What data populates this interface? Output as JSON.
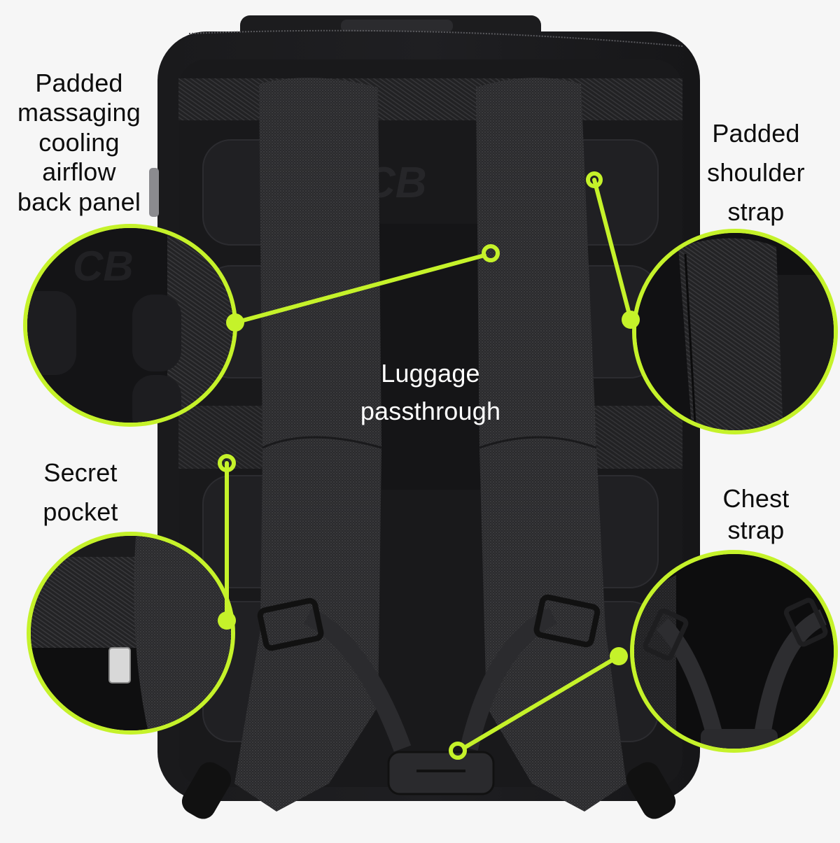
{
  "accent_color": "#c5f22a",
  "background_color": "#f6f6f6",
  "product": {
    "type": "backpack",
    "view": "rear harness side",
    "logo_mark": "CB"
  },
  "callouts": [
    {
      "id": "back-panel",
      "lines": [
        "Padded",
        "massaging",
        "cooling",
        "airflow",
        "back panel"
      ],
      "text_color": "#0d0d0d"
    },
    {
      "id": "shoulder-strap",
      "lines": [
        "Padded",
        "shoulder",
        "strap"
      ],
      "text_color": "#0d0d0d"
    },
    {
      "id": "luggage-passthrough",
      "lines": [
        "Luggage",
        "passthrough"
      ],
      "text_color": "#ffffff"
    },
    {
      "id": "secret-pocket",
      "lines": [
        "Secret",
        "pocket"
      ],
      "text_color": "#0d0d0d"
    },
    {
      "id": "chest-strap",
      "lines": [
        "Chest",
        "strap"
      ],
      "text_color": "#0d0d0d"
    }
  ],
  "detail_circles": [
    {
      "id": "back-panel-zoom",
      "depicts": "molded back panel with CB logo"
    },
    {
      "id": "shoulder-strap-zoom",
      "depicts": "padded mesh shoulder strap"
    },
    {
      "id": "secret-pocket-zoom",
      "depicts": "hidden pocket with zipper pull"
    },
    {
      "id": "chest-strap-zoom",
      "depicts": "chest strap buckles"
    }
  ]
}
